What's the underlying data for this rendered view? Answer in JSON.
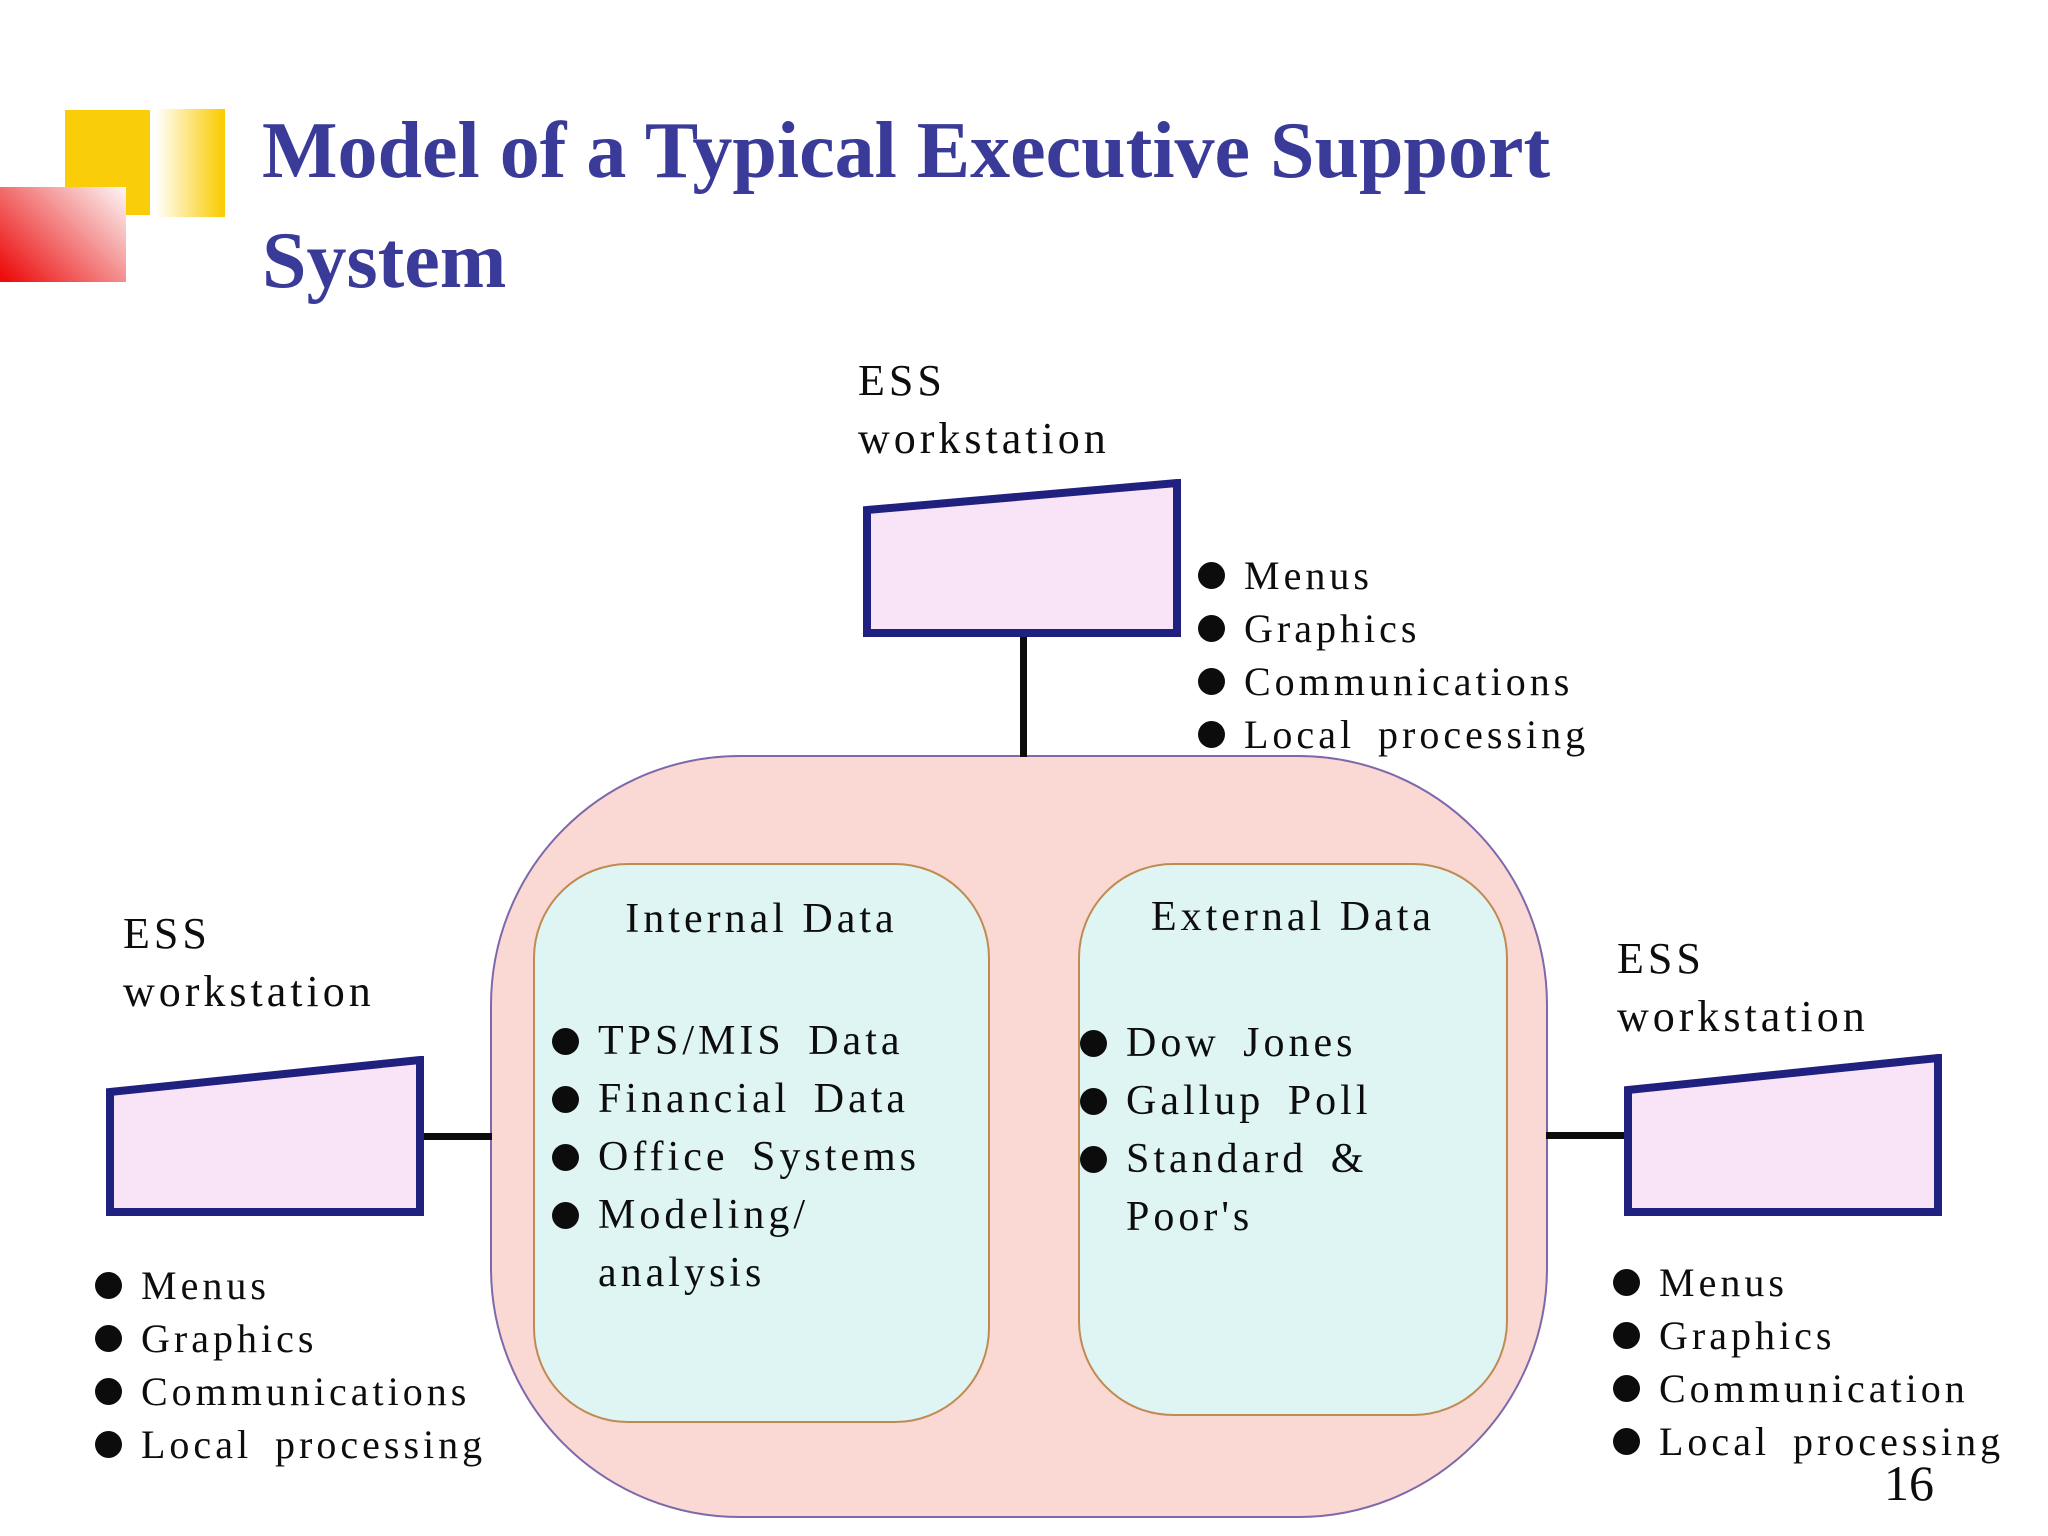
{
  "title": {
    "line1": "Model of a Typical Executive Support",
    "line2": "System"
  },
  "workstation_labels": {
    "top": {
      "line1": "ESS",
      "line2": "workstation"
    },
    "left": {
      "line1": "ESS",
      "line2": "workstation"
    },
    "right": {
      "line1": "ESS",
      "line2": "workstation"
    }
  },
  "feature_lists": {
    "top": {
      "items": [
        "Menus",
        "Graphics",
        "Communications",
        "Local processing"
      ]
    },
    "left": {
      "items": [
        "Menus",
        "Graphics",
        "Communications",
        "Local processing"
      ]
    },
    "right": {
      "items": [
        "Menus",
        "Graphics",
        "Communication",
        "Local processing"
      ]
    }
  },
  "central_system": {
    "internal": {
      "title": "Internal Data",
      "lines": [
        "TPS/MIS Data",
        "Financial Data",
        "Office Systems",
        "Modeling/",
        "analysis"
      ]
    },
    "external": {
      "title": "External Data",
      "lines": [
        "Dow Jones",
        "Gallup Poll",
        "Standard &",
        "Poor's"
      ]
    }
  },
  "page_number": "16",
  "colors": {
    "title_text": "#3A3A99",
    "monitor_border_navy": "#20207E",
    "monitor_fill": "#F9E4F7",
    "system_blob_fill": "#FAD8D3",
    "system_blob_border": "#7E68AC",
    "data_box_fill": "#DFF5F4",
    "data_box_border": "#C08A52",
    "decor_yellow": "#FACD0A",
    "decor_red": "#ED0D0D",
    "body_text": "#0D0D0D"
  }
}
